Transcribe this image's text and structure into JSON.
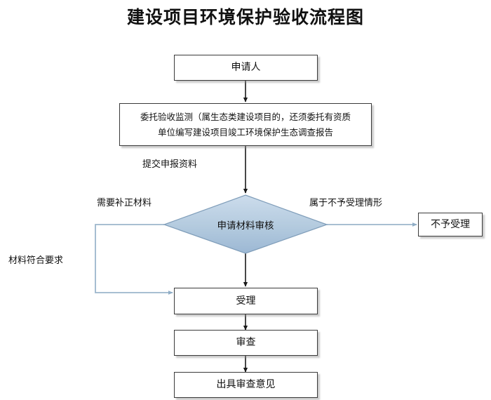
{
  "title": "建设项目环境保护验收流程图",
  "colors": {
    "diamond_fill_top": "#c8daea",
    "diamond_fill_bottom": "#9db9d4",
    "diamond_stroke": "#7f9db9",
    "box_border": "#3a3a3a",
    "arrow_black": "#1a1a1a",
    "arrow_blue": "#9cb6cc",
    "text": "#111111",
    "background": "#ffffff"
  },
  "nodes": {
    "applicant": {
      "label": "申请人"
    },
    "entrust": {
      "line1": "委托验收监测（属生态类建设项目的，还须委托有资质",
      "line2": "单位编写建设项目竣工环境保护生态调查报告"
    },
    "review_decision": {
      "label": "申请材料审核"
    },
    "not_accepted": {
      "label": "不予受理"
    },
    "accept": {
      "label": "受理"
    },
    "examine": {
      "label": "审查"
    },
    "issue_opinion": {
      "label": "出具审查意见"
    }
  },
  "edge_labels": {
    "submit_materials": "提交申报资料",
    "need_correction": "需要补正材料",
    "not_accepted_case": "属于不予受理情形",
    "materials_qualified": "材料符合要求"
  },
  "flow": {
    "type": "flowchart",
    "direction": "top-to-bottom",
    "steps": [
      "申请人",
      "委托验收监测（属生态类建设项目的，还须委托有资质单位编写建设项目竣工环境保护生态调查报告",
      "申请材料审核",
      "受理",
      "审查",
      "出具审查意见"
    ],
    "branches": [
      {
        "from": "申请材料审核",
        "label": "属于不予受理情形",
        "to": "不予受理"
      },
      {
        "from": "申请材料审核",
        "label": "需要补正材料",
        "to": "受理"
      },
      {
        "from": "申请材料审核",
        "label": "材料符合要求",
        "to": "受理"
      }
    ]
  }
}
